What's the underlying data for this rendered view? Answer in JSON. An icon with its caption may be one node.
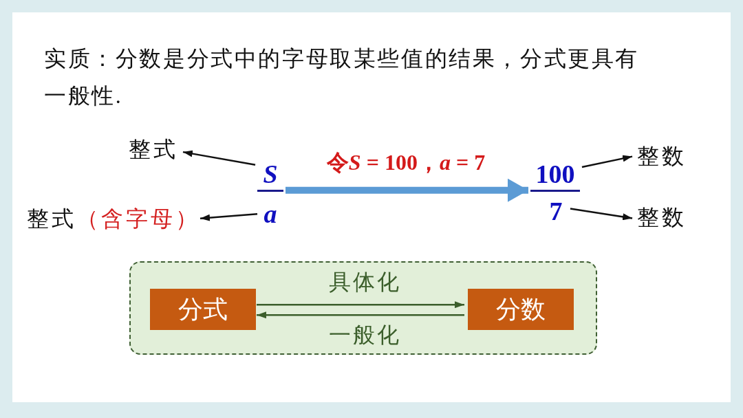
{
  "diagram": {
    "title": "实质：分数是分式中的字母取某些值的结果，分式更具有一般性.",
    "nodes": [
      {
        "text": [
          "整式"
        ]
      },
      {
        "text": [
          "S"
        ]
      },
      {
        "text": [
          "整式",
          "（含字母）"
        ]
      },
      {
        "text": [
          "a"
        ]
      },
      {
        "text": [
          "100"
        ]
      },
      {
        "text": [
          "7"
        ]
      },
      {
        "text": [
          "整数"
        ]
      },
      {
        "text": [
          "整数"
        ]
      },
      {
        "text": [],
        "shape": "box"
      },
      {
        "text": [
          "分式"
        ],
        "in": 8
      },
      {
        "text": [
          "分数"
        ],
        "in": 8
      }
    ],
    "edges": [
      {
        "from": 1,
        "to": 0,
        "arrow": "to"
      },
      {
        "from": 3,
        "to": 2,
        "arrow": "to"
      },
      {
        "from": 1,
        "to": 4,
        "arrow": "to",
        "label": "令S = 100，a = 7",
        "style": "thick",
        "color": "#5b9bd5"
      },
      {
        "from": 4,
        "to": 6,
        "arrow": "to"
      },
      {
        "from": 5,
        "to": 7,
        "arrow": "to"
      },
      {
        "from": 9,
        "to": 10,
        "arrow": "to",
        "label": "具体化",
        "color": "#3b5e2b"
      },
      {
        "from": 10,
        "to": 9,
        "arrow": "to",
        "label": "一般化",
        "color": "#3b5e2b"
      }
    ]
  }
}
